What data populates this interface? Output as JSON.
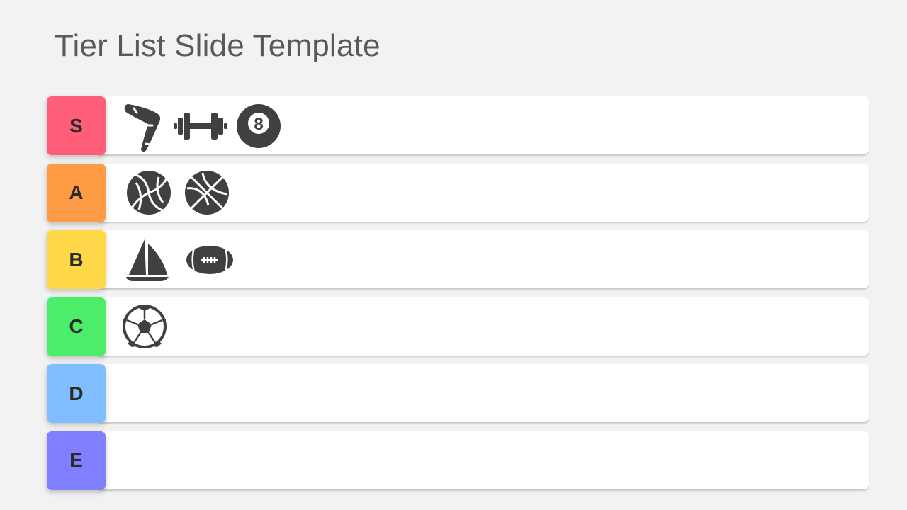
{
  "title": "Tier List Slide Template",
  "tiers": [
    {
      "label": "S",
      "color": "#ff5e78",
      "items": [
        "boomerang-icon",
        "dumbbell-icon",
        "billiard-ball-icon"
      ],
      "ball_number": "8"
    },
    {
      "label": "A",
      "color": "#ff9b45",
      "items": [
        "volleyball-icon",
        "basketball-icon"
      ]
    },
    {
      "label": "B",
      "color": "#ffd84a",
      "items": [
        "sailboat-icon",
        "american-football-icon"
      ]
    },
    {
      "label": "C",
      "color": "#4ded6c",
      "items": [
        "soccer-ball-icon"
      ]
    },
    {
      "label": "D",
      "color": "#80bfff",
      "items": []
    },
    {
      "label": "E",
      "color": "#7f7fff",
      "items": []
    }
  ],
  "icon_color": "#404040"
}
